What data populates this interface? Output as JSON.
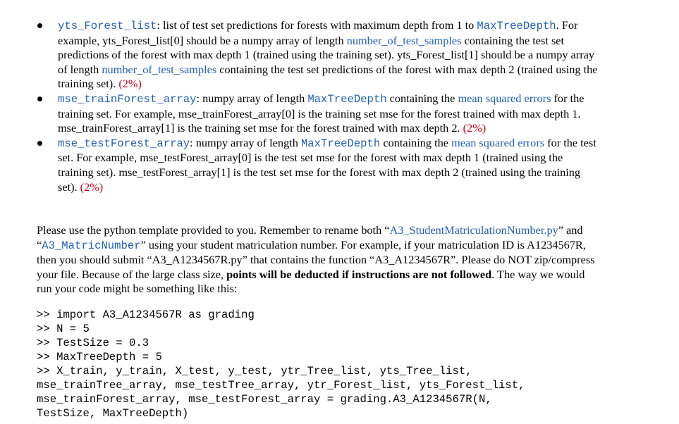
{
  "bullets": [
    {
      "term": "yts_Forest_list",
      "t1": ":  list of test set predictions for forests with maximum depth from 1 to ",
      "m1": "MaxTreeDepth",
      "t2": ". For example, yts_Forest_list[0] should be a numpy array of length ",
      "b1": "number_of_test_samples",
      "t3": " containing the test set predictions of the forest with max depth 1 (trained using the training set). yts_Forest_list[1] should be a numpy array of length ",
      "b2": "number_of_test_samples",
      "t4": " containing the test set predictions of the forest with max depth 2 (trained using the training set).  ",
      "pct": "(2%)"
    },
    {
      "term": "mse_trainForest_array",
      "t1": ":  numpy array of length ",
      "m1": "MaxTreeDepth",
      "t2": " containing the ",
      "b1": "mean squared errors",
      "t3": " for the training set. For example, mse_trainForest_array[0] is the training set mse for the forest trained with max depth 1. mse_trainForest_array[1] is the training set mse for the forest trained with max depth 2. ",
      "pct": "(2%)"
    },
    {
      "term": "mse_testForest_array",
      "t1": ":  numpy array of length ",
      "m1": "MaxTreeDepth",
      "t2": " containing the ",
      "b1": "mean squared errors",
      "t3": " for the test set. For example, mse_testForest_array[0] is the test set mse for the forest with max depth 1 (trained using the training set). mse_testForest_array[1] is the test set mse for the forest with max depth 2 (trained using the training set). ",
      "pct": "(2%)"
    }
  ],
  "paragraph": {
    "p1": "Please use the python template provided to you. Remember to rename both “",
    "file_blue": "A3_StudentMatriculationNumber.py",
    "p2": "” and “",
    "func_blue": "A3_MatricNumber",
    "p3": "” using your student matriculation number. For example, if your matriculation ID is A1234567R, then you should submit “A3_A1234567R.py” that contains the function “A3_A1234567R”. Please do NOT zip/compress your file. Because of the large class size, ",
    "bold": "points will be deducted if instructions are not followed",
    "p4": ". The way we would run your code might be something like this:"
  },
  "code_lines": [
    ">> import A3_A1234567R as grading",
    ">> N = 5",
    ">> TestSize = 0.3",
    ">> MaxTreeDepth = 5",
    ">> X_train, y_train, X_test, y_test, ytr_Tree_list, yts_Tree_list,",
    "mse_trainTree_array, mse_testTree_array, ytr_Forest_list, yts_Forest_list,",
    "mse_trainForest_array, mse_testForest_array = grading.A3_A1234567R(N,",
    "TestSize, MaxTreeDepth)"
  ]
}
